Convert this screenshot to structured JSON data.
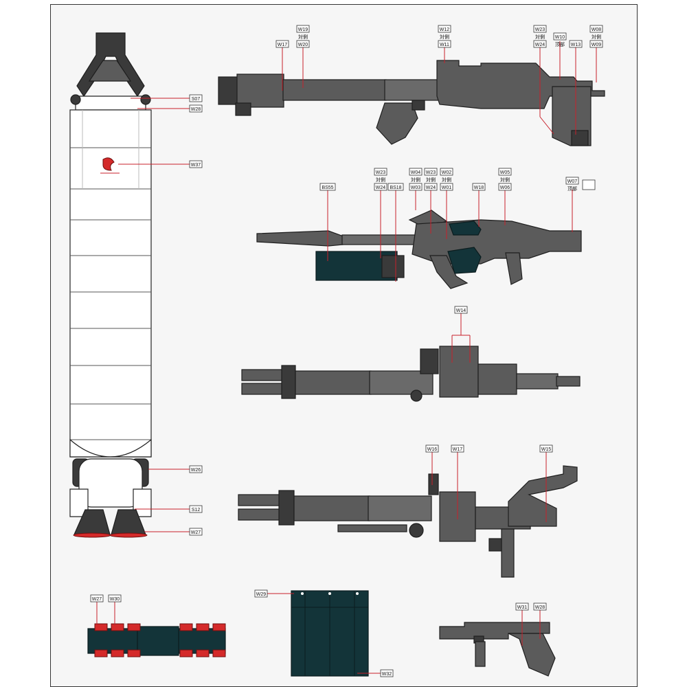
{
  "sheet": {
    "title": "",
    "colors": {
      "metal": "#5b5b5b",
      "dark_panel": "#133439",
      "leader": "#c8202b",
      "decal_red": "#d42a2a"
    }
  },
  "rocket_labels": [
    "S07",
    "W28",
    "W37",
    "W26",
    "S12",
    "W27"
  ],
  "gun1_labels": {
    "w17": "W17",
    "w19": "W19",
    "opp1": "対側",
    "w20": "W20",
    "w12": "W12",
    "opp2": "対側",
    "w11": "W11",
    "w23": "W23",
    "opp3": "対側",
    "w24": "W24",
    "w10": "W10",
    "top1": "顶部",
    "w13": "W13",
    "w08": "W08",
    "opp4": "対側",
    "w09": "W09"
  },
  "gun2_labels": {
    "bs55": "BS55",
    "w23": "W23",
    "opp1": "対側",
    "w24": "W24",
    "bs18": "BS18",
    "w04": "W04",
    "opp2": "対側",
    "w03": "W03",
    "w23b": "W23",
    "opp3": "対側",
    "w24b": "W24",
    "w02": "W02",
    "opp4": "対側",
    "w01": "W01",
    "w18": "W18",
    "w05": "W05",
    "opp5": "対側",
    "w06": "W06",
    "w07": "W07",
    "top1": "顶部"
  },
  "gun3_labels": [
    "W14"
  ],
  "gun4_labels": [
    "W16",
    "W17",
    "W15"
  ],
  "bottom_labels": {
    "w27": "W27",
    "w30": "W30",
    "w29": "W29",
    "w32": "W32",
    "w31": "W31",
    "w28": "W28"
  }
}
